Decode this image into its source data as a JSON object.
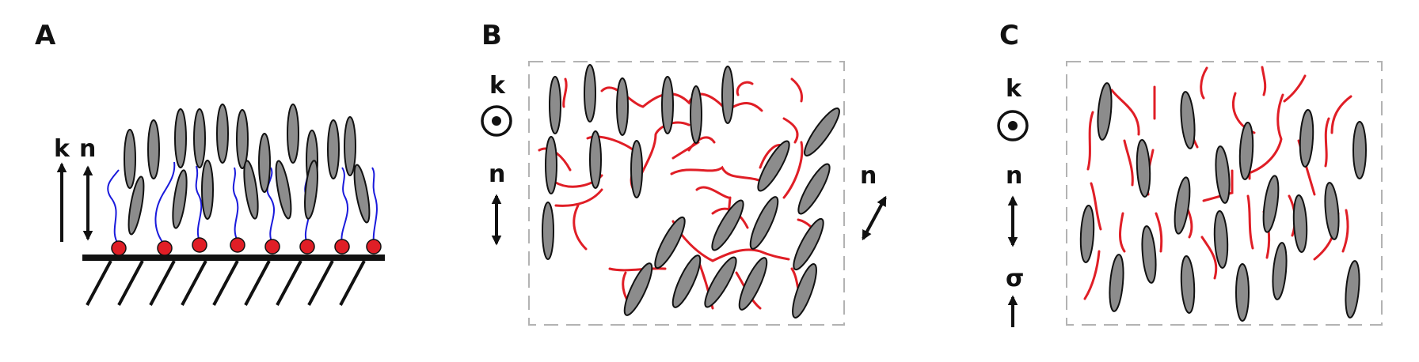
{
  "panels": [
    {
      "label": "A",
      "arrows": [
        {
          "symbol": "k"
        },
        {
          "symbol": "n"
        }
      ]
    },
    {
      "label": "B",
      "arrows": [
        {
          "symbol": "k"
        },
        {
          "symbol": "n"
        },
        {
          "symbol": "n"
        }
      ]
    },
    {
      "label": "C",
      "arrows": [
        {
          "symbol": "k"
        },
        {
          "symbol": "n"
        },
        {
          "symbol": "σ"
        }
      ]
    }
  ],
  "colors": {
    "mesogen": "#8c8c8c",
    "polymer_chain": "#e01e26",
    "spacer": "#1a1adc",
    "anchor": "#e01e26",
    "ink": "#111111",
    "boundary": "#b3b3b3"
  },
  "icons": [
    "wave-vector-out-of-plane-icon",
    "director-double-arrow-icon",
    "stress-arrow-icon",
    "substrate-hatch-icon"
  ]
}
